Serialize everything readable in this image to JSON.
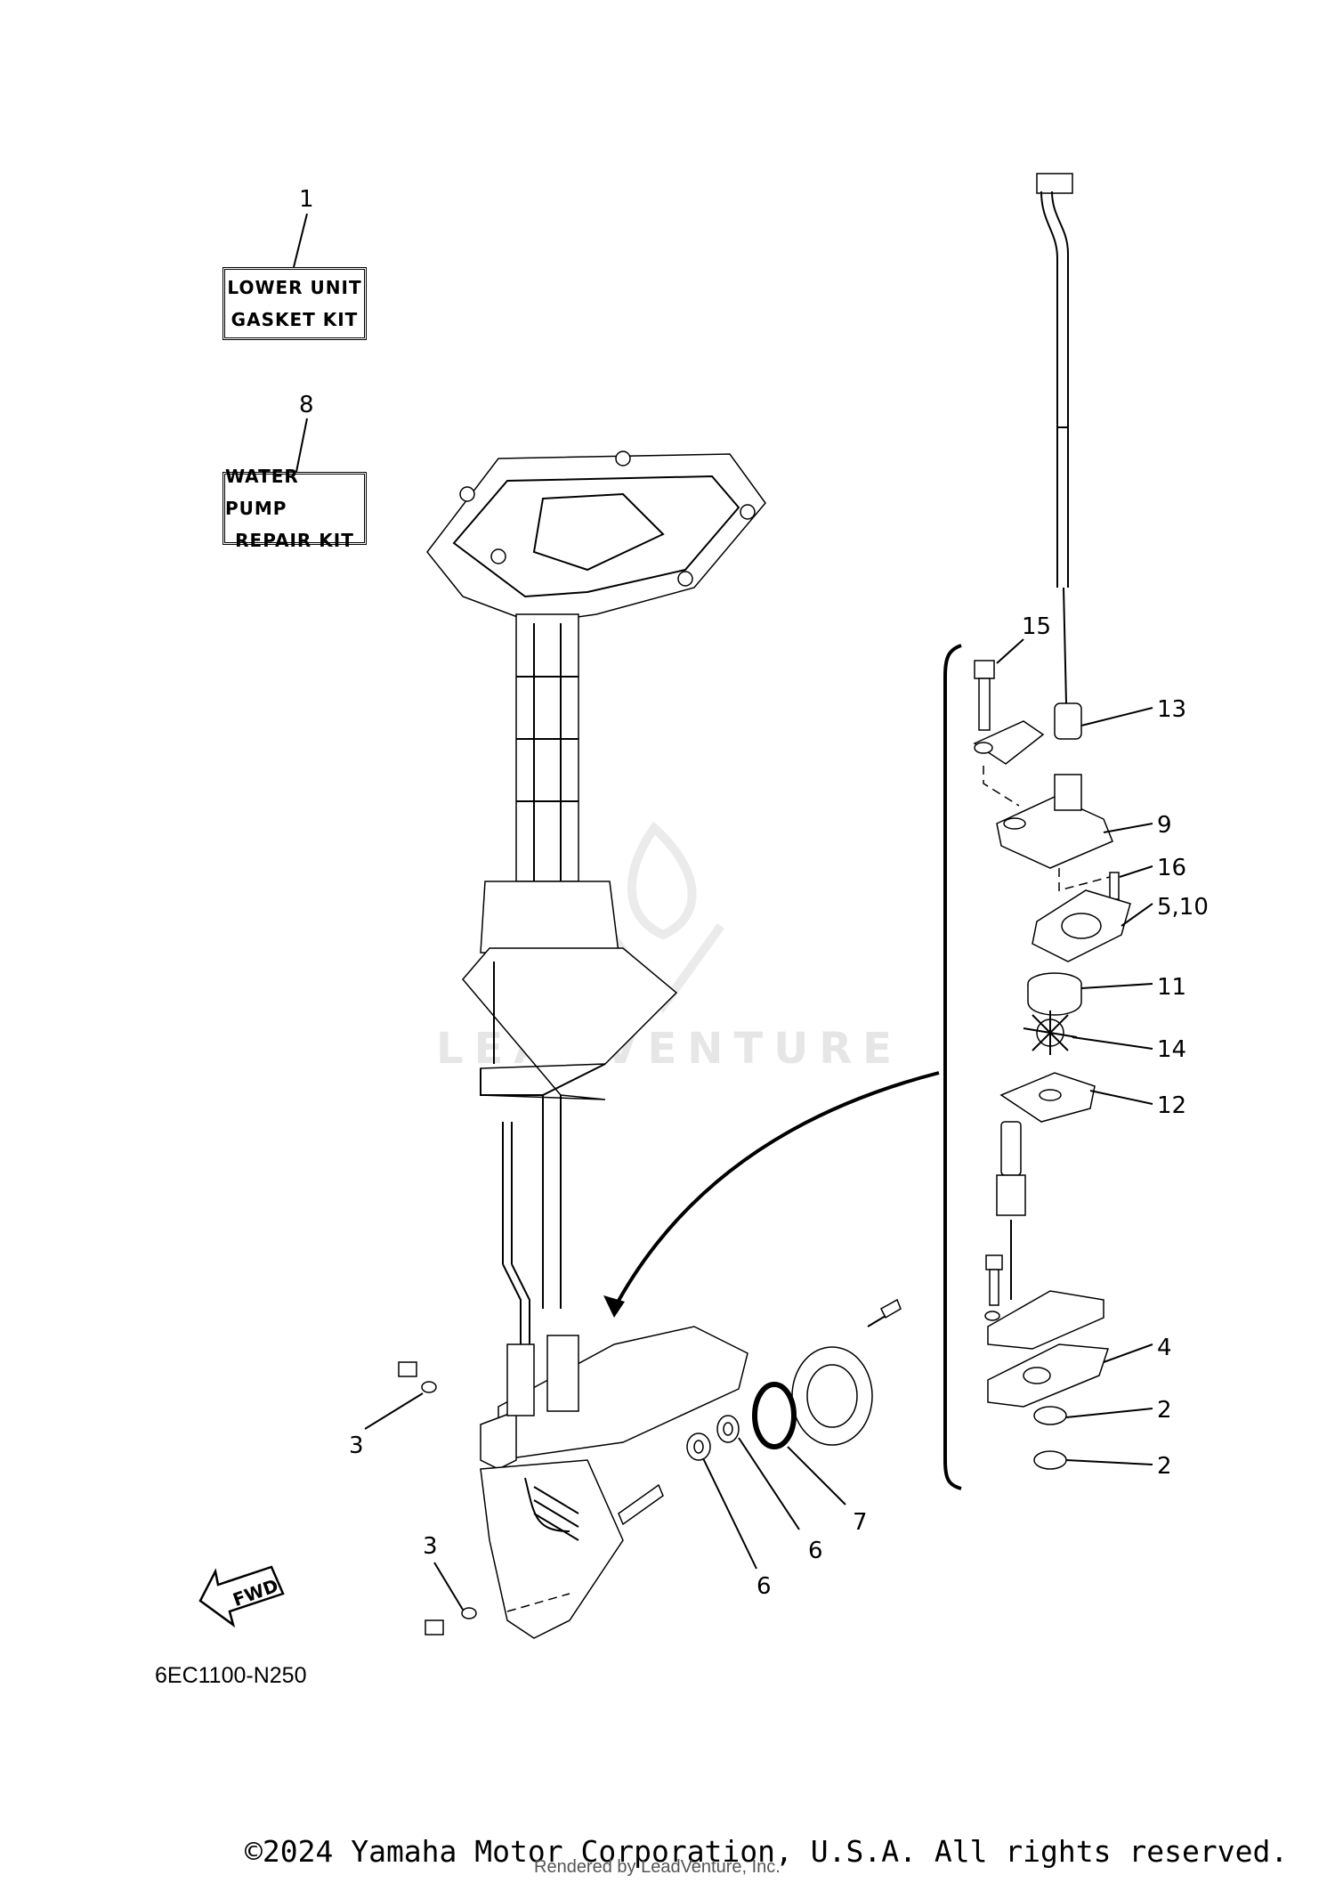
{
  "kits": {
    "gasket_kit": {
      "line1": "LOWER UNIT",
      "line2": "GASKET KIT"
    },
    "water_pump_kit": {
      "line1": "WATER PUMP",
      "line2": "REPAIR KIT"
    }
  },
  "callouts": {
    "c1": "1",
    "c8": "8",
    "c15": "15",
    "c13": "13",
    "c9": "9",
    "c16": "16",
    "c5_10": "5,10",
    "c11": "11",
    "c14": "14",
    "c12": "12",
    "c4": "4",
    "c2a": "2",
    "c2b": "2",
    "c7": "7",
    "c6a": "6",
    "c6b": "6",
    "c3a": "3",
    "c3b": "3"
  },
  "fwd_label": "FWD",
  "diagram_code": "6EC1100-N250",
  "watermark_text": "LEADVENTURE",
  "copyright": "©2024 Yamaha Motor Corporation, U.S.A. All rights reserved.",
  "rendered_by": "Rendered by LeadVenture, Inc."
}
